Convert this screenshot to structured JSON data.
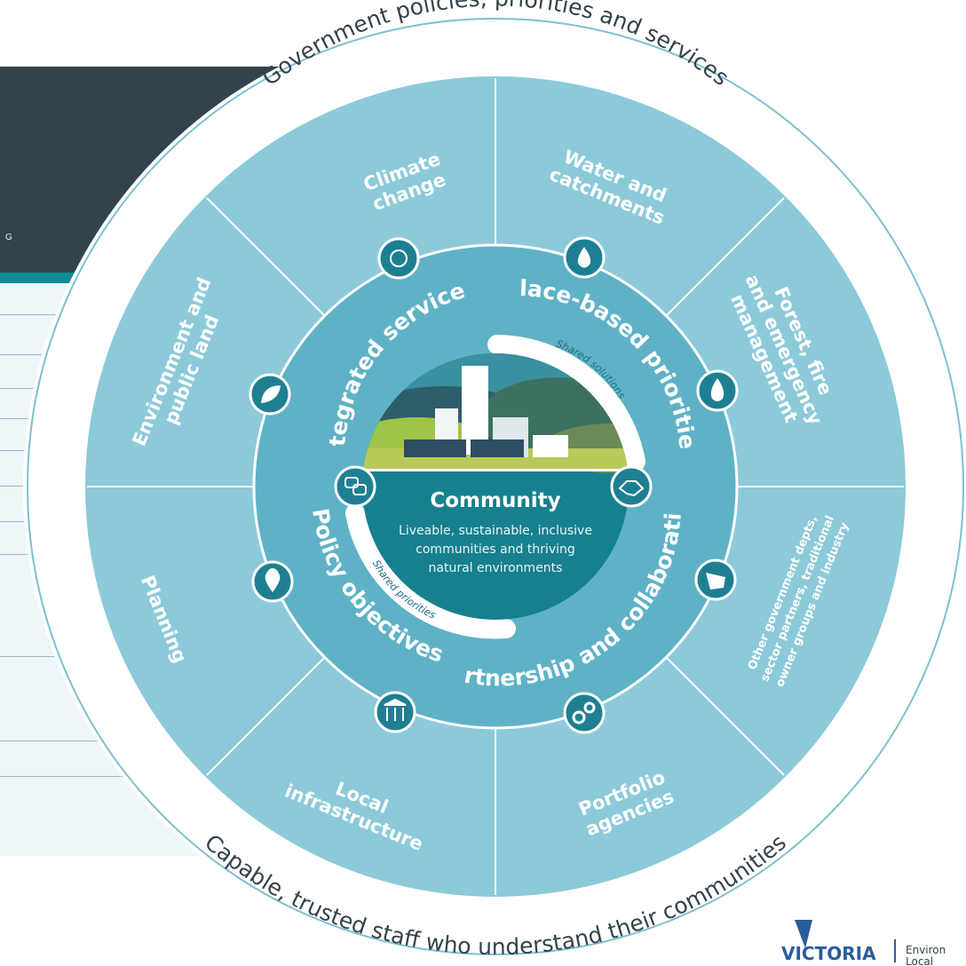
{
  "side_panel": {
    "letter": "G"
  },
  "outer_ring": {
    "top_text": "Government policies, priorities and services",
    "bottom_text": "Capable, trusted staff who understand their communities"
  },
  "segments": {
    "climate": [
      "Climate",
      "change"
    ],
    "water": [
      "Water and",
      "catchments"
    ],
    "forest": [
      "Forest, fire",
      "and emergency",
      "management"
    ],
    "other": [
      "Other government depts,",
      "sector partners, traditional",
      "owner groups and industry"
    ],
    "portfolio": [
      "Portfolio",
      "agencies"
    ],
    "infrastructure": [
      "Local",
      "infrastructure"
    ],
    "planning": [
      "Planning"
    ],
    "environment": [
      "Environment and",
      "public land"
    ]
  },
  "inner_ring": {
    "integrated": "Integrated services",
    "place": "Place-based priorities",
    "partnership": "Partnership and collaboration",
    "policy": "Policy objectives"
  },
  "bands": {
    "solutions": "Shared solutions",
    "priorities": "Shared priorities"
  },
  "center": {
    "title": "Community",
    "lines": [
      "Liveable, sustainable, inclusive",
      "communities and thriving",
      "natural environments"
    ]
  },
  "icons": [
    "sun-icon",
    "water-drop-icon",
    "fire-icon",
    "victoria-map-icon",
    "gears-icon",
    "building-columns-icon",
    "location-pin-icon",
    "leaf-icon",
    "speech-bubbles-icon",
    "handshake-icon"
  ],
  "logo": {
    "wordmark": "VICTORIA",
    "tagline_1": "Environ",
    "tagline_2": "Local"
  },
  "colors": {
    "outer": "#8ccad9",
    "inner": "#5fb2c6",
    "center": "#17808f",
    "dark": "#33434b",
    "teal": "#0e8b96"
  }
}
